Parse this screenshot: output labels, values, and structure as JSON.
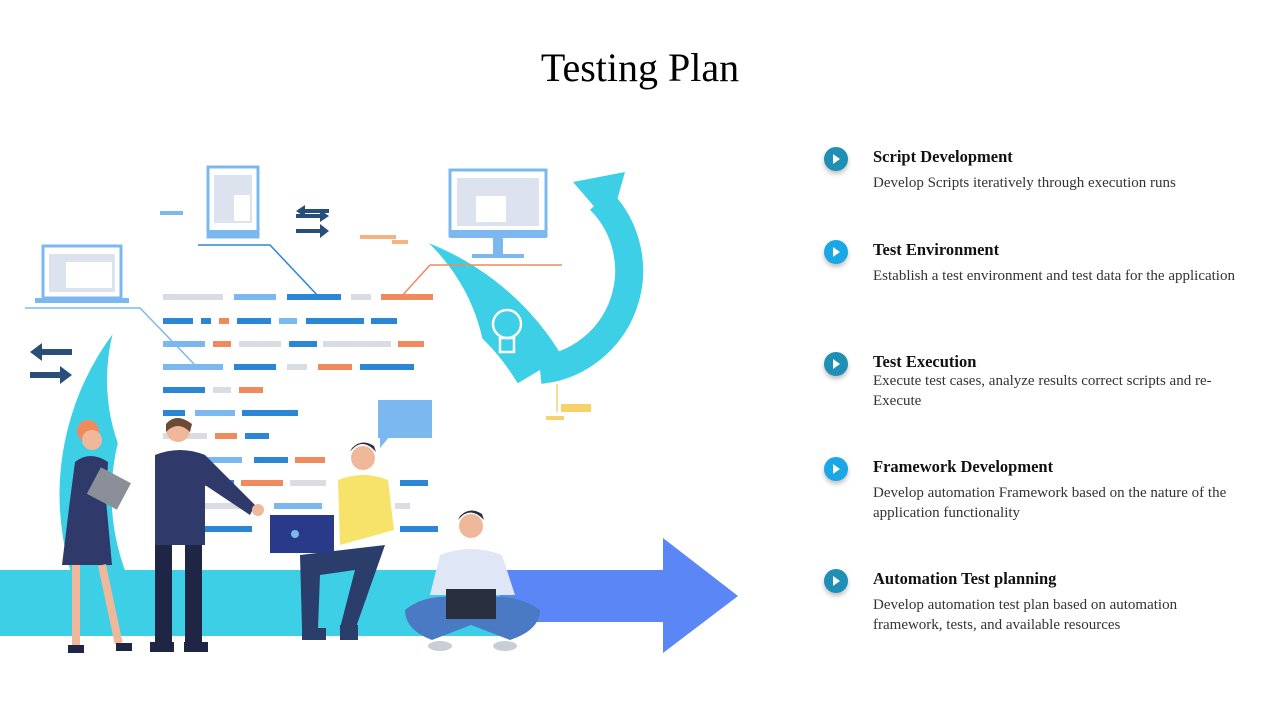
{
  "slide": {
    "title": "Testing Plan"
  },
  "items": [
    {
      "title": "Script Development",
      "desc": "Develop Scripts iteratively through execution runs"
    },
    {
      "title": "Test Environment",
      "desc": "Establish a test environment and test data for the application"
    },
    {
      "title": "Test Execution",
      "desc": "Execute test cases, analyze results correct scripts and re-Execute"
    },
    {
      "title": "Framework Development",
      "desc": "Develop automation Framework based on the nature of the application functionality"
    },
    {
      "title": "Automation Test planning",
      "desc": "Develop automation test plan based on automation framework, tests, and available resources"
    }
  ],
  "colors": {
    "cycle": "#3dcfe6",
    "arrow": "#5b86f5",
    "bullet_dark": "#1f8fb5",
    "bullet_light": "#19a7e6"
  },
  "icons": [
    "play-bullet-icon",
    "laptop-icon",
    "document-icon",
    "monitor-icon",
    "lightbulb-icon",
    "swap-arrows-icon",
    "chat-bubble-icon"
  ]
}
